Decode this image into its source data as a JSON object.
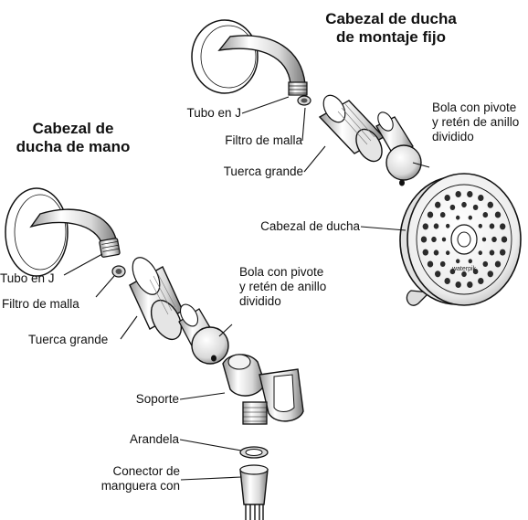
{
  "fixed_section": {
    "title_line1": "Cabezal de ducha",
    "title_line2": "de montaje fijo",
    "labels": {
      "tubo": "Tubo en J",
      "filtro": "Filtro de malla",
      "tuerca": "Tuerca grande",
      "bola_line1": "Bola con pivote",
      "bola_line2": "y retén de anillo",
      "bola_line3": "dividido",
      "cabezal": "Cabezal de ducha"
    }
  },
  "handheld_section": {
    "title_line1": "Cabezal de",
    "title_line2": "ducha de mano",
    "labels": {
      "tubo": "Tubo en J",
      "filtro": "Filtro de malla",
      "tuerca": "Tuerca grande",
      "bola_line1": "Bola con pivote",
      "bola_line2": "y retén de anillo",
      "bola_line3": "dividido",
      "soporte": "Soporte",
      "arandela": "Arandela",
      "conector_line1": "Conector de",
      "conector_line2": "manguera con"
    }
  },
  "showerhead_brand": "waterpik",
  "colors": {
    "line": "#111111",
    "part_fill": "#ffffff",
    "shade": "#bdbdbd"
  }
}
